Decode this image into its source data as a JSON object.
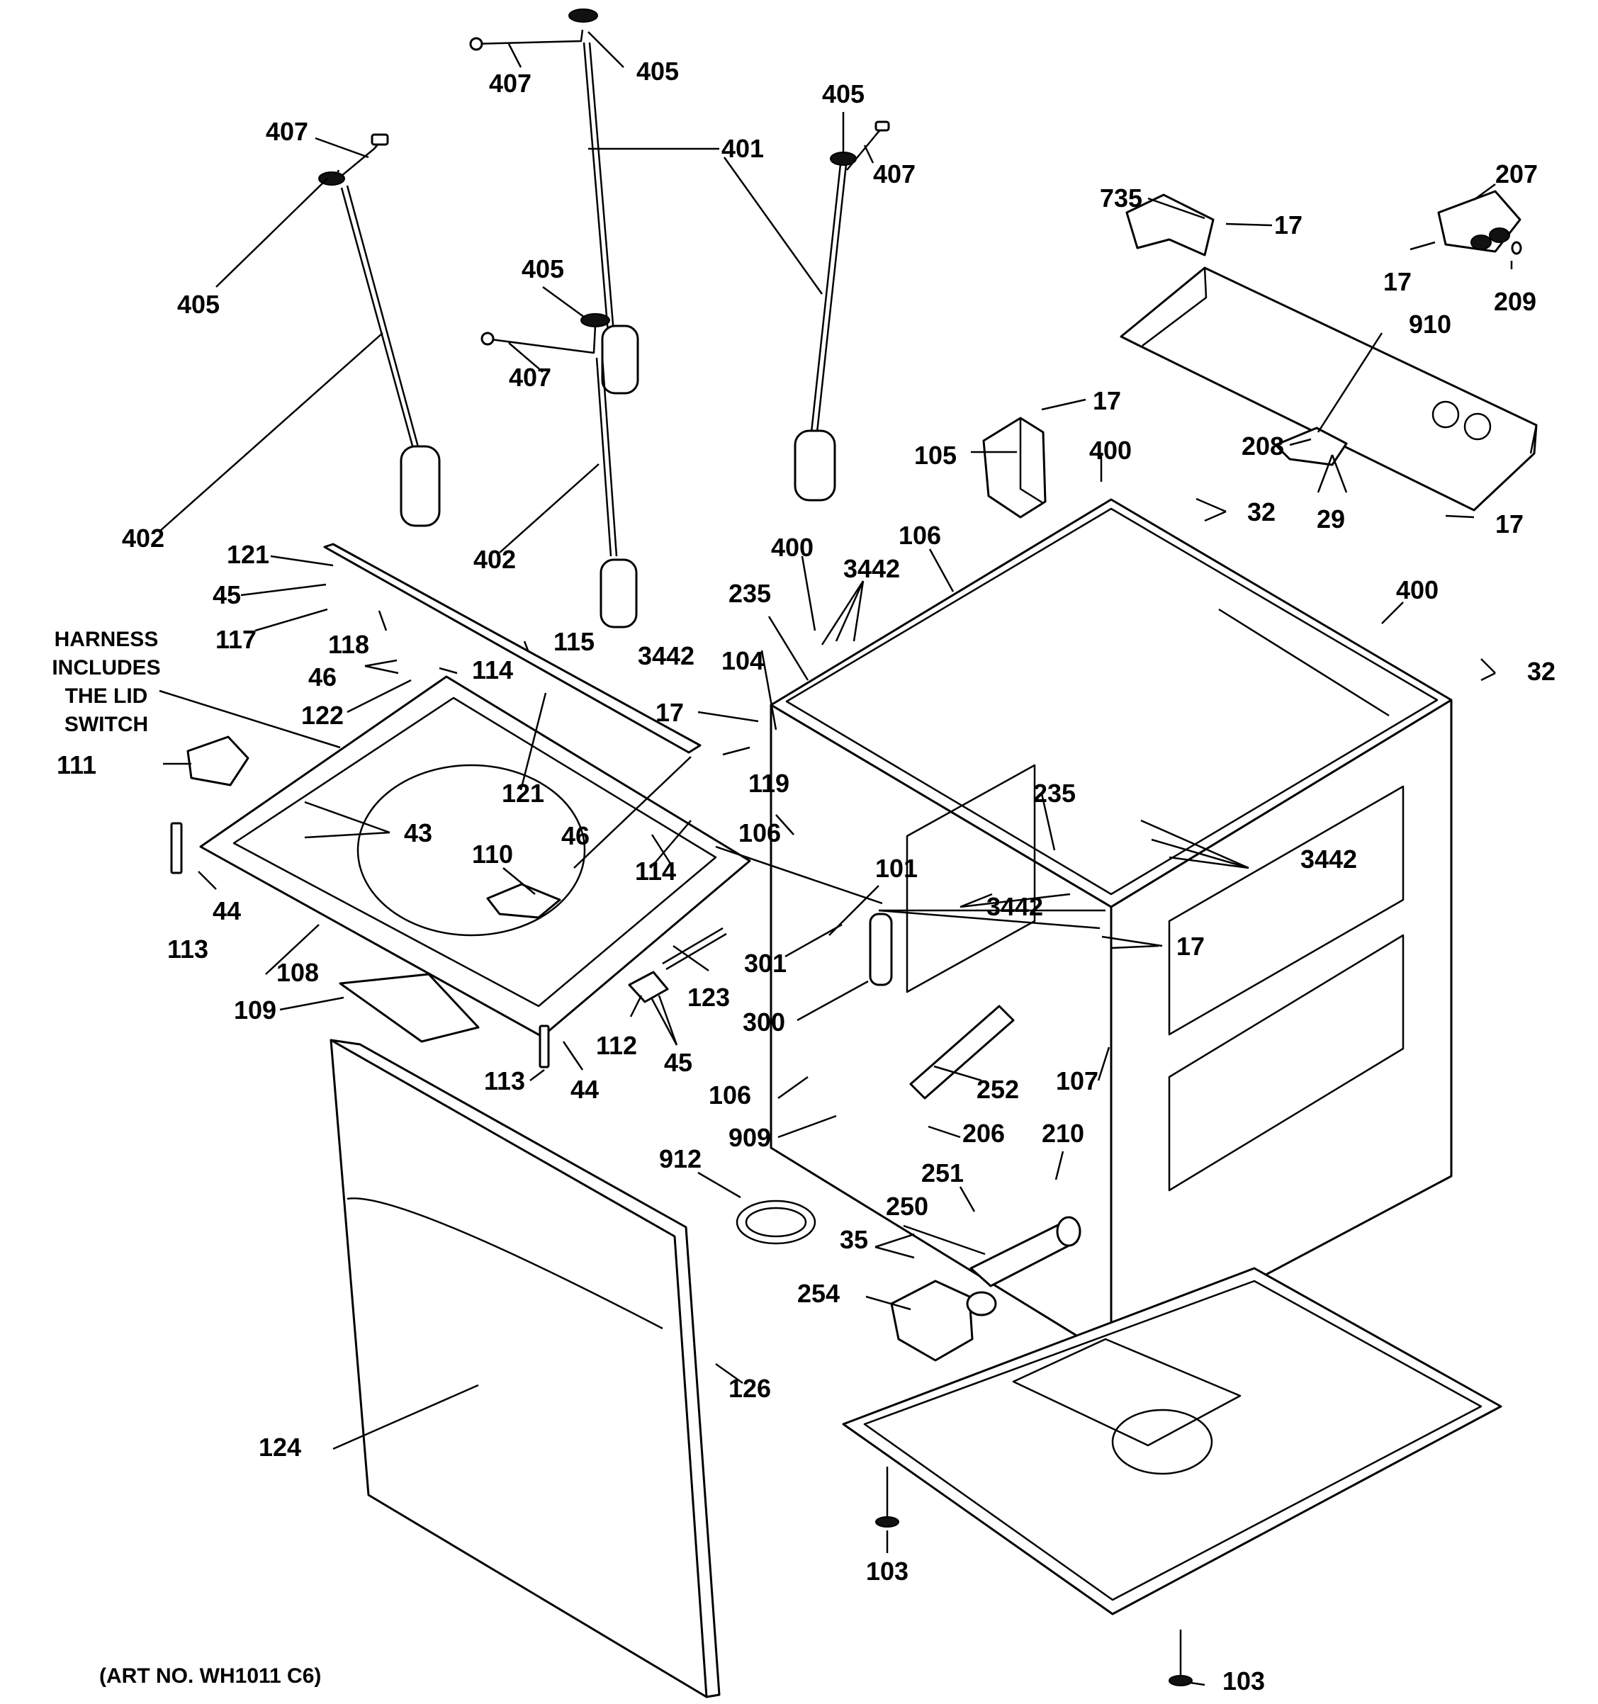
{
  "diagram": {
    "art_number": "(ART NO. WH1011 C6)",
    "harness_note": [
      "HARNESS",
      "INCLUDES",
      "THE LID",
      "SWITCH"
    ],
    "labels": [
      {
        "id": "l405a",
        "text": "405"
      },
      {
        "id": "l407a",
        "text": "407"
      },
      {
        "id": "l405b",
        "text": "405"
      },
      {
        "id": "l407b",
        "text": "407"
      },
      {
        "id": "l401",
        "text": "401"
      },
      {
        "id": "l405c",
        "text": "405"
      },
      {
        "id": "l407c",
        "text": "407"
      },
      {
        "id": "l405d",
        "text": "405"
      },
      {
        "id": "l407d",
        "text": "407"
      },
      {
        "id": "l402a",
        "text": "402"
      },
      {
        "id": "l402b",
        "text": "402"
      },
      {
        "id": "l735",
        "text": "735"
      },
      {
        "id": "l17a",
        "text": "17"
      },
      {
        "id": "l207",
        "text": "207"
      },
      {
        "id": "l17b",
        "text": "17"
      },
      {
        "id": "l209",
        "text": "209"
      },
      {
        "id": "l910",
        "text": "910"
      },
      {
        "id": "l17c",
        "text": "17"
      },
      {
        "id": "l105",
        "text": "105"
      },
      {
        "id": "l400a",
        "text": "400"
      },
      {
        "id": "l208",
        "text": "208"
      },
      {
        "id": "l32a",
        "text": "32"
      },
      {
        "id": "l29",
        "text": "29"
      },
      {
        "id": "l17d",
        "text": "17"
      },
      {
        "id": "l106a",
        "text": "106"
      },
      {
        "id": "l400b",
        "text": "400"
      },
      {
        "id": "l3442a",
        "text": "3442"
      },
      {
        "id": "l235a",
        "text": "235"
      },
      {
        "id": "l400c",
        "text": "400"
      },
      {
        "id": "l32b",
        "text": "32"
      },
      {
        "id": "l121a",
        "text": "121"
      },
      {
        "id": "l45a",
        "text": "45"
      },
      {
        "id": "l117",
        "text": "117"
      },
      {
        "id": "l118",
        "text": "118"
      },
      {
        "id": "l115",
        "text": "115"
      },
      {
        "id": "l3442b",
        "text": "3442"
      },
      {
        "id": "l104",
        "text": "104"
      },
      {
        "id": "l46a",
        "text": "46"
      },
      {
        "id": "l114a",
        "text": "114"
      },
      {
        "id": "l122",
        "text": "122"
      },
      {
        "id": "l17e",
        "text": "17"
      },
      {
        "id": "l111",
        "text": "111"
      },
      {
        "id": "l121b",
        "text": "121"
      },
      {
        "id": "l119",
        "text": "119"
      },
      {
        "id": "l235b",
        "text": "235"
      },
      {
        "id": "l43",
        "text": "43"
      },
      {
        "id": "l106b",
        "text": "106"
      },
      {
        "id": "l46b",
        "text": "46"
      },
      {
        "id": "l110",
        "text": "110"
      },
      {
        "id": "l3442c",
        "text": "3442"
      },
      {
        "id": "l101",
        "text": "101"
      },
      {
        "id": "l44a",
        "text": "44"
      },
      {
        "id": "l114b",
        "text": "114"
      },
      {
        "id": "l3442d",
        "text": "3442"
      },
      {
        "id": "l113a",
        "text": "113"
      },
      {
        "id": "l301",
        "text": "301"
      },
      {
        "id": "l17f",
        "text": "17"
      },
      {
        "id": "l108",
        "text": "108"
      },
      {
        "id": "l123",
        "text": "123"
      },
      {
        "id": "l109",
        "text": "109"
      },
      {
        "id": "l300",
        "text": "300"
      },
      {
        "id": "l112",
        "text": "112"
      },
      {
        "id": "l45b",
        "text": "45"
      },
      {
        "id": "l252",
        "text": "252"
      },
      {
        "id": "l113b",
        "text": "113"
      },
      {
        "id": "l44b",
        "text": "44"
      },
      {
        "id": "l107",
        "text": "107"
      },
      {
        "id": "l106c",
        "text": "106"
      },
      {
        "id": "l909",
        "text": "909"
      },
      {
        "id": "l206",
        "text": "206"
      },
      {
        "id": "l210",
        "text": "210"
      },
      {
        "id": "l912",
        "text": "912"
      },
      {
        "id": "l251",
        "text": "251"
      },
      {
        "id": "l250",
        "text": "250"
      },
      {
        "id": "l35",
        "text": "35"
      },
      {
        "id": "l254",
        "text": "254"
      },
      {
        "id": "l126",
        "text": "126"
      },
      {
        "id": "l124",
        "text": "124"
      },
      {
        "id": "l103a",
        "text": "103"
      },
      {
        "id": "l103b",
        "text": "103"
      }
    ]
  }
}
